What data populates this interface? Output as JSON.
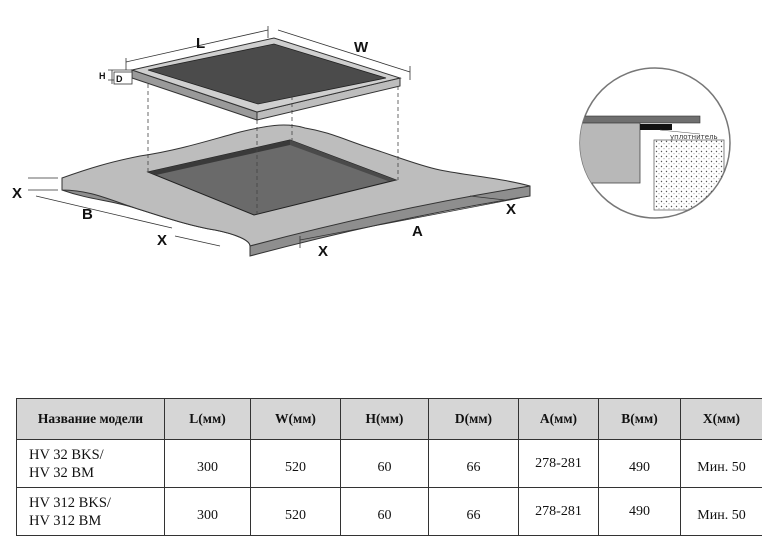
{
  "diagram": {
    "dims": {
      "L": "L",
      "W": "W",
      "H": "H",
      "D": "D",
      "A": "A",
      "B": "B",
      "X": "X"
    },
    "seal_label": "уплотнитель"
  },
  "table": {
    "headers": [
      "Название модели",
      "L(мм)",
      "W(мм)",
      "H(мм)",
      "D(мм)",
      "A(мм)",
      "B(мм)",
      "X(мм)"
    ],
    "rows": [
      {
        "model_line1": "HV 32 BKS/",
        "model_line2": "HV 32 BM",
        "L": "300",
        "W": "520",
        "H": "60",
        "D": "66",
        "A": "278-281",
        "B": "490",
        "X": "Мин. 50"
      },
      {
        "model_line1": "HV 312 BKS/",
        "model_line2": "HV 312 BM",
        "L": "300",
        "W": "520",
        "H": "60",
        "D": "66",
        "A": "278-281",
        "B": "490",
        "X": "Мин. 50"
      }
    ]
  }
}
